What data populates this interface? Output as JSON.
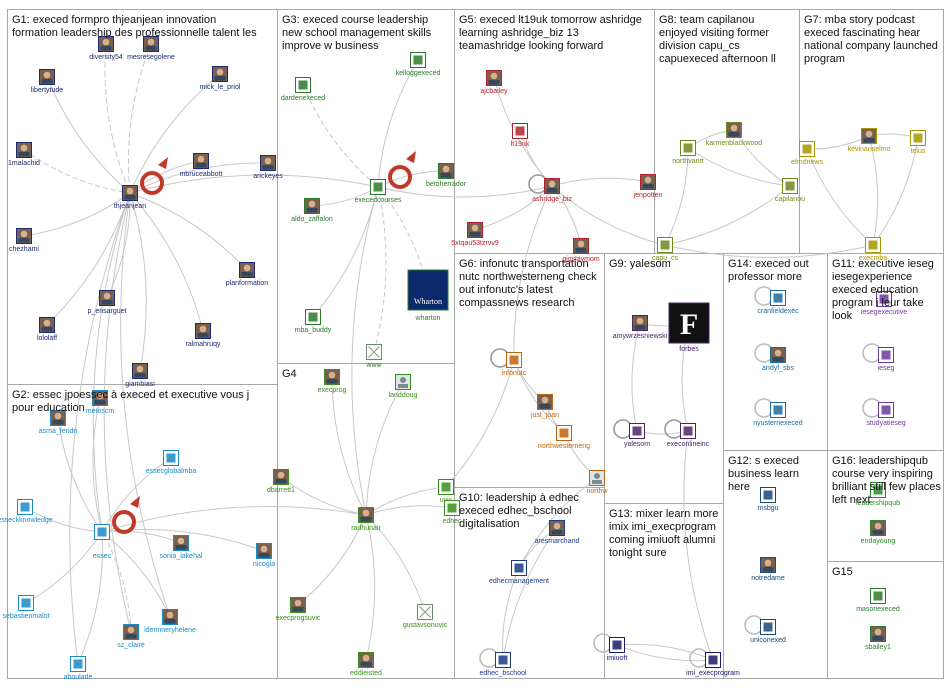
{
  "colors": {
    "G1": "#1b2a72",
    "G2": "#1a8ac8",
    "G3": "#2a7a2a",
    "G4": "#3a8f1a",
    "G5": "#b3222a",
    "G6": "#c2620a",
    "G7": "#a69600",
    "G8": "#6f8a1a",
    "G9": "#4a2466",
    "G10": "#1d3a8a",
    "G11": "#6b3aa0",
    "G12": "#1a4a7a",
    "G13": "#1a1a6a",
    "G14": "#1a6aa0",
    "G16": "#2a8a2a",
    "G15": "#2a7a2a",
    "loop": "#c0392b"
  },
  "groups": [
    {
      "id": "G1",
      "title_lines": [
        "G1: execed formpro thjeanjean innovation",
        "formation leadership des professionnelle talent les"
      ],
      "nodes": [
        {
          "label": "diversity54",
          "icon": "photo-icon"
        },
        {
          "label": "mesresegolene",
          "icon": "photo-icon"
        },
        {
          "label": "libertytude",
          "icon": "photo-icon"
        },
        {
          "label": "mick_le_priol",
          "icon": "photo-icon"
        },
        {
          "label": "1malachid",
          "icon": "photo-icon"
        },
        {
          "label": "mbruceabbott",
          "icon": "photo-icon"
        },
        {
          "label": "arickeyes",
          "icon": "photo-icon"
        },
        {
          "label": "thjeanjean",
          "icon": "photo-icon"
        },
        {
          "label": "chezhami",
          "icon": "photo-icon"
        },
        {
          "label": "planformation",
          "icon": "photo-icon"
        },
        {
          "label": "p_ensarguet",
          "icon": "photo-icon"
        },
        {
          "label": "lololaff",
          "icon": "photo-icon"
        },
        {
          "label": "ralmahruqy",
          "icon": "photo-icon"
        },
        {
          "label": "giambiasi",
          "icon": "photo-icon"
        }
      ]
    },
    {
      "id": "G2",
      "title_lines": [
        "G2: essec jpoessec à execed et executive vous j",
        "pour education"
      ],
      "nodes": [
        {
          "label": "metoscm",
          "icon": "photo-icon"
        },
        {
          "label": "asma_fendri",
          "icon": "photo-icon"
        },
        {
          "label": "essecglobalmba",
          "icon": "logo-icon"
        },
        {
          "label": "esseckknowledge",
          "icon": "logo-icon"
        },
        {
          "label": "essec",
          "icon": "logo-icon"
        },
        {
          "label": "sonia_lakehal",
          "icon": "photo-icon"
        },
        {
          "label": "nicogla",
          "icon": "photo-icon"
        },
        {
          "label": "sebastienmalot",
          "icon": "logo-icon"
        },
        {
          "label": "idennneryhelene",
          "icon": "photo-icon"
        },
        {
          "label": "sz_claire",
          "icon": "photo-icon"
        },
        {
          "label": "aboulade",
          "icon": "logo-icon"
        }
      ]
    },
    {
      "id": "G3",
      "title_lines": [
        "G3: execed course leadership",
        "new school management skills",
        "improve w business"
      ],
      "nodes": [
        {
          "label": "kelloggexeced",
          "icon": "logo-icon"
        },
        {
          "label": "dardenexeced",
          "icon": "logo-icon"
        },
        {
          "label": "betoherrador",
          "icon": "photo-icon"
        },
        {
          "label": "execedcourses",
          "icon": "logo-icon"
        },
        {
          "label": "aldo_zaffalon",
          "icon": "photo-icon"
        },
        {
          "label": "wharton",
          "icon": "logo-icon"
        },
        {
          "label": "mba_buddy",
          "icon": "logo-icon"
        },
        {
          "label": "www",
          "icon": "broken-image-icon"
        }
      ]
    },
    {
      "id": "G4",
      "title_lines": [
        "G4"
      ],
      "nodes": [
        {
          "label": "execprog",
          "icon": "photo-icon"
        },
        {
          "label": "landdoug",
          "icon": "avatar-icon"
        },
        {
          "label": "dbarrett1",
          "icon": "photo-icon"
        },
        {
          "label": "radhunair",
          "icon": "photo-icon"
        },
        {
          "label": "uvic",
          "icon": "logo-icon"
        },
        {
          "label": "edhec",
          "icon": "logo-icon"
        },
        {
          "label": "execprogsuvic",
          "icon": "photo-icon"
        },
        {
          "label": "gustavsonuvic",
          "icon": "broken-image-icon"
        },
        {
          "label": "eddieisted",
          "icon": "photo-icon"
        }
      ]
    },
    {
      "id": "G5",
      "title_lines": [
        "G5: execed lt19uk tomorrow ashridge",
        "learning ashridge_biz 13",
        "teamashridge looking forward"
      ],
      "nodes": [
        {
          "label": "ajcbailey",
          "icon": "photo-icon"
        },
        {
          "label": "lt19uk",
          "icon": "logo-icon"
        },
        {
          "label": "ashridge_biz",
          "icon": "photo-icon"
        },
        {
          "label": "jenpotten",
          "icon": "photo-icon"
        },
        {
          "label": "5xtqau53tzrvv9",
          "icon": "photo-icon"
        },
        {
          "label": "gigslaymom",
          "icon": "photo-icon"
        }
      ]
    },
    {
      "id": "G8",
      "title_lines": [
        "G8: team capilanou",
        "enjoyed visiting former",
        "division capu_cs",
        "capuexeced afternoon ll"
      ],
      "nodes": [
        {
          "label": "karmenblackwood",
          "icon": "photo-icon"
        },
        {
          "label": "northvanrt",
          "icon": "logo-icon"
        },
        {
          "label": "capilanou",
          "icon": "logo-icon"
        },
        {
          "label": "capu_cs",
          "icon": "logo-icon"
        }
      ]
    },
    {
      "id": "G7",
      "title_lines": [
        "G7: mba story podcast",
        "execed fascinating hear",
        "national company launched",
        "program"
      ],
      "nodes": [
        {
          "label": "efmdnews",
          "icon": "logo-icon"
        },
        {
          "label": "kevinanselmo",
          "icon": "photo-icon"
        },
        {
          "label": "telus",
          "icon": "logo-icon"
        },
        {
          "label": "execmba",
          "icon": "logo-icon"
        }
      ]
    },
    {
      "id": "G6",
      "title_lines": [
        "G6: infonutc transportation",
        "nutc northwesterneng check",
        "out infonutc's latest",
        "compassnews research"
      ],
      "nodes": [
        {
          "label": "infonutc",
          "icon": "logo-icon"
        },
        {
          "label": "just_joan",
          "icon": "photo-icon"
        },
        {
          "label": "northwesterneng",
          "icon": "logo-icon"
        },
        {
          "label": "northw",
          "icon": "avatar-icon"
        }
      ]
    },
    {
      "id": "G9",
      "title_lines": [
        "G9: yalesom"
      ],
      "nodes": [
        {
          "label": "amywrzesniewski",
          "icon": "photo-icon"
        },
        {
          "label": "forbes",
          "icon": "logo-icon"
        },
        {
          "label": "yalesom",
          "icon": "logo-icon"
        },
        {
          "label": "execonlineinc",
          "icon": "logo-icon"
        }
      ]
    },
    {
      "id": "G14",
      "title_lines": [
        "G14: execed out",
        "professor more"
      ],
      "nodes": [
        {
          "label": "cranfieldexec",
          "icon": "logo-icon"
        },
        {
          "label": "andyf_sbs",
          "icon": "photo-icon"
        },
        {
          "label": "nyusternexeced",
          "icon": "logo-icon"
        }
      ]
    },
    {
      "id": "G11",
      "title_lines": [
        "G11: executive ieseg",
        "iesegexperience",
        "execed education",
        "program i leur take",
        "look"
      ],
      "nodes": [
        {
          "label": "iesegexecutive",
          "icon": "logo-icon"
        },
        {
          "label": "ieseg",
          "icon": "logo-icon"
        },
        {
          "label": "studyatieseg",
          "icon": "logo-icon"
        }
      ]
    },
    {
      "id": "G10",
      "title_lines": [
        "G10: leadership à edhec",
        "execed edhec_bschool",
        "digitalisation"
      ],
      "nodes": [
        {
          "label": "aresmarchand",
          "icon": "photo-icon"
        },
        {
          "label": "edhecmanagement",
          "icon": "logo-icon"
        },
        {
          "label": "edhec_bschool",
          "icon": "logo-icon"
        }
      ]
    },
    {
      "id": "G13",
      "title_lines": [
        "G13: mixer learn more",
        "imix imi_execprogram",
        "coming imiuoft alumni",
        "tonight sure"
      ],
      "nodes": [
        {
          "label": "imiuoft",
          "icon": "logo-icon"
        },
        {
          "label": "imi_execprogram",
          "icon": "logo-icon"
        }
      ]
    },
    {
      "id": "G12",
      "title_lines": [
        "G12: s execed",
        "business learn",
        "here"
      ],
      "nodes": [
        {
          "label": "msbgu",
          "icon": "logo-icon"
        },
        {
          "label": "notredame",
          "icon": "photo-icon"
        },
        {
          "label": "uniconexed",
          "icon": "logo-icon"
        }
      ]
    },
    {
      "id": "G16",
      "title_lines": [
        "G16: leadershipqub",
        "course very inspiring",
        "brilliant still few places",
        "left next"
      ],
      "nodes": [
        {
          "label": "leadershipqub",
          "icon": "logo-icon"
        },
        {
          "label": "endayoung",
          "icon": "photo-icon"
        }
      ]
    },
    {
      "id": "G15",
      "title_lines": [
        "G15"
      ],
      "nodes": [
        {
          "label": "masonexeced",
          "icon": "logo-icon"
        },
        {
          "label": "sbailey1",
          "icon": "photo-icon"
        }
      ]
    }
  ]
}
